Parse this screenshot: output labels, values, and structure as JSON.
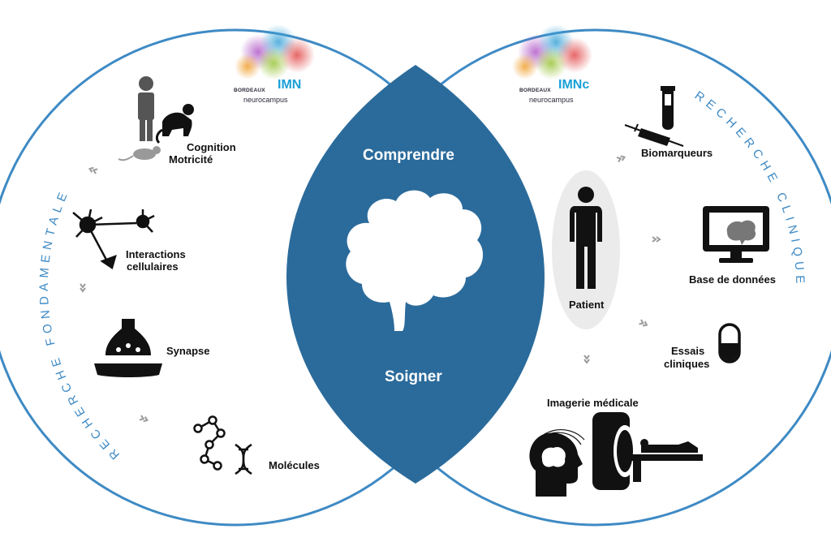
{
  "colors": {
    "circle_stroke": "#3e8ac4",
    "center_fill": "#2b6b9b",
    "icon": "#111111",
    "arrow": "#9a9a9a",
    "patient_bg": "#ebebeb",
    "logo_accent": "#1aa0d8"
  },
  "left": {
    "arc_title": "RECHERCHE FONDAMENTALE",
    "logo": {
      "small": "BORDEAUX",
      "campus": "neurocampus",
      "name": "IMN"
    },
    "items": {
      "cognition": [
        "Cognition",
        "Motricité"
      ],
      "interactions": [
        "Interactions",
        "cellulaires"
      ],
      "synapse": "Synapse",
      "molecules": "Molécules"
    }
  },
  "right": {
    "arc_title": "RECHERCHE CLINIQUE",
    "logo": {
      "small": "BORDEAUX",
      "campus": "neurocampus",
      "name": "IMNc"
    },
    "items": {
      "biomarqueurs": "Biomarqueurs",
      "patient": "Patient",
      "base": "Base de données",
      "essais": [
        "Essais",
        "cliniques"
      ],
      "imagerie": "Imagerie médicale"
    }
  },
  "center": {
    "top": "Comprendre",
    "bottom": "Soigner",
    "icon": "brain-icon"
  }
}
